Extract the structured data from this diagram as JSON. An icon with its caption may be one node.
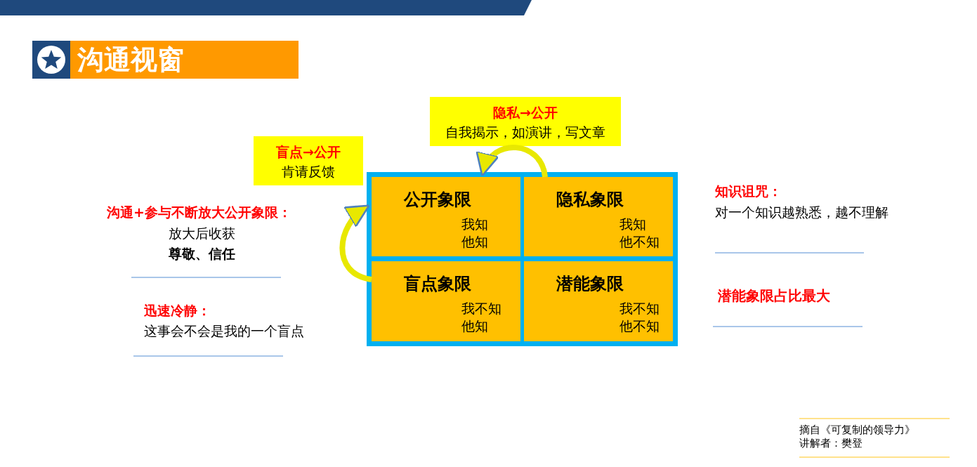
{
  "diagram": {
    "title": "沟通视窗",
    "nodes": [
      {
        "text": [],
        "shape": "box"
      },
      {
        "text": [
          "公开象限",
          "我知",
          "他知"
        ],
        "in": 0
      },
      {
        "text": [
          "隐私象限",
          "我知",
          "他不知"
        ],
        "in": 0
      },
      {
        "text": [
          "盲点象限",
          "我不知",
          "他知"
        ],
        "in": 0
      },
      {
        "text": [
          "潜能象限",
          "我不知",
          "他不知"
        ],
        "in": 0
      },
      {
        "text": [
          "隐私→公开",
          "自我揭示，如演讲，写文章"
        ]
      },
      {
        "text": [
          "盲点→公开",
          "肯请反馈"
        ]
      }
    ],
    "edges": [
      {
        "from": 2,
        "to": 1,
        "arrow": "to"
      },
      {
        "from": 3,
        "to": 1,
        "arrow": "to"
      }
    ],
    "labels": [
      "沟通+参与不断放大公开象限：",
      "放大后收获",
      "尊敬、信任",
      "迅速冷静：",
      "这事会不会是我的一个盲点",
      "知识诅咒：",
      "对一个知识越熟悉，越不理解",
      "潜能象限占比最大",
      "摘自《可复制的领导力》",
      "讲解者：樊登"
    ]
  }
}
